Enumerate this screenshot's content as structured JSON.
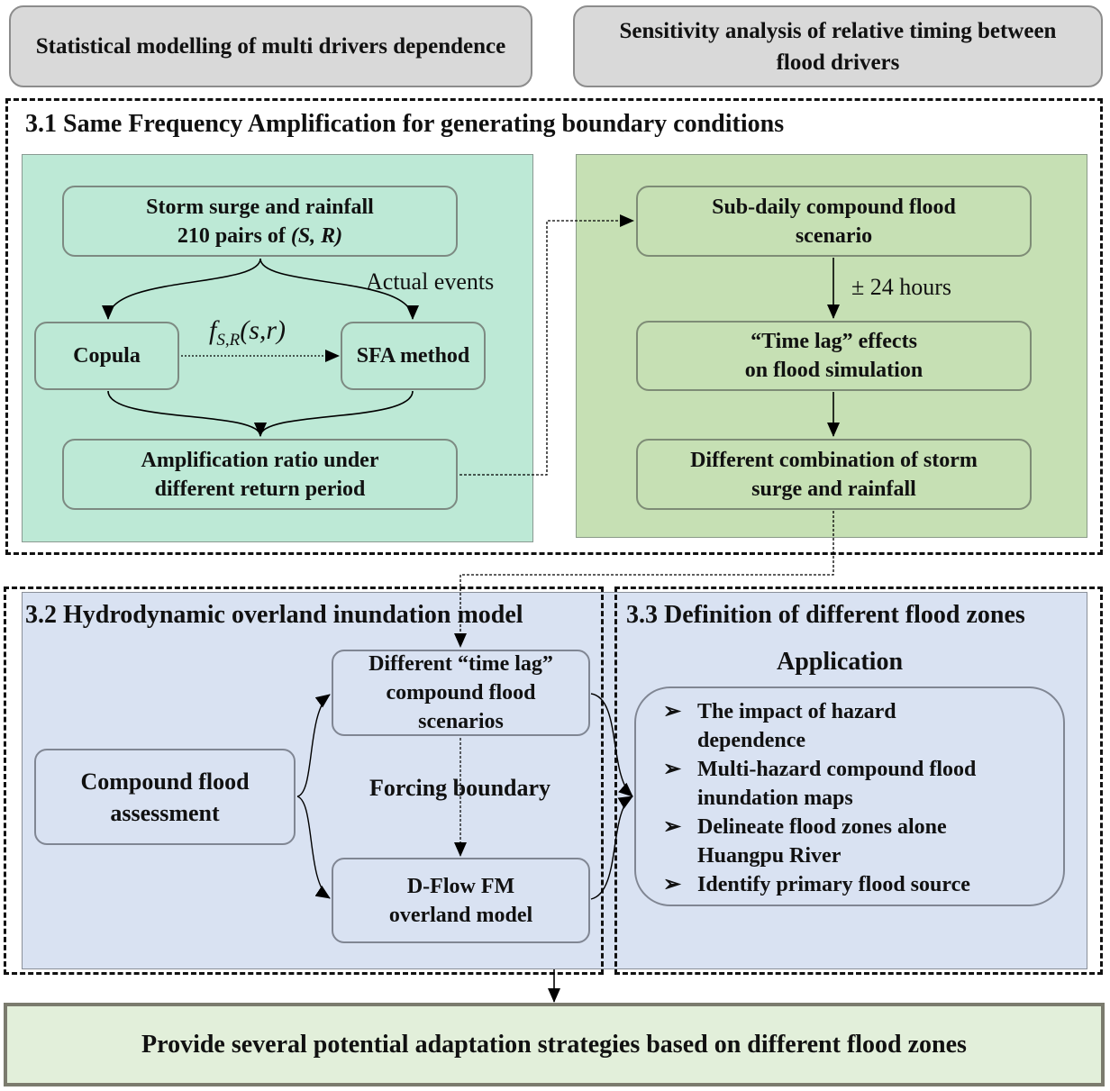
{
  "header": {
    "left_box": "Statistical modelling of multi drivers dependence",
    "right_box": "Sensitivity analysis of relative timing between flood drivers"
  },
  "section_3_1": {
    "title": "3.1 Same Frequency Amplification for generating boundary conditions",
    "left_panel": {
      "storm_node_line1": "Storm surge and rainfall",
      "storm_node_line2_prefix": "210 pairs of ",
      "storm_node_line2_italic": "(S, R)",
      "copula_node": "Copula",
      "sfa_node": "SFA method",
      "actual_events_label": "Actual events",
      "joint_density_label_f": "f",
      "joint_density_label_sub": "S,R",
      "joint_density_label_args": "(s,r)",
      "amplification_node_line1": "Amplification ratio under",
      "amplification_node_line2": "different return period"
    },
    "right_panel": {
      "subdaily_node_line1": "Sub-daily compound flood",
      "subdaily_node_line2": "scenario",
      "time_shift_label": "± 24 hours",
      "timelag_node_line1": "“Time lag” effects",
      "timelag_node_line2": "on flood simulation",
      "combination_node_line1": "Different combination of storm",
      "combination_node_line2": "surge and rainfall"
    }
  },
  "section_3_2": {
    "title": "3.2 Hydrodynamic overland inundation model",
    "assessment_node_line1": "Compound flood",
    "assessment_node_line2": "assessment",
    "scenarios_node_line1": "Different “time lag”",
    "scenarios_node_line2": "compound flood",
    "scenarios_node_line3": "scenarios",
    "forcing_label": "Forcing boundary",
    "dflow_node_line1": "D-Flow FM",
    "dflow_node_line2": "overland model"
  },
  "section_3_3": {
    "title": "3.3 Definition of different flood zones",
    "application_heading": "Application",
    "bullet_icon": "➢",
    "bullets": [
      {
        "line1": "The impact of hazard",
        "line2": "dependence"
      },
      {
        "line1": "Multi-hazard compound flood",
        "line2": "inundation maps"
      },
      {
        "line1": "Delineate flood zones alone",
        "line2": "Huangpu River"
      },
      {
        "line1": "Identify primary flood source",
        "line2": ""
      }
    ]
  },
  "footer": {
    "strategies_box": "Provide several potential adaptation strategies based on different flood zones"
  },
  "colors": {
    "header_box": "#d9d9d9",
    "panel_teal": "#bde9d6",
    "panel_green": "#c6e0b4",
    "panel_blue": "#d9e2f2",
    "footer_box": "#e2efda"
  }
}
